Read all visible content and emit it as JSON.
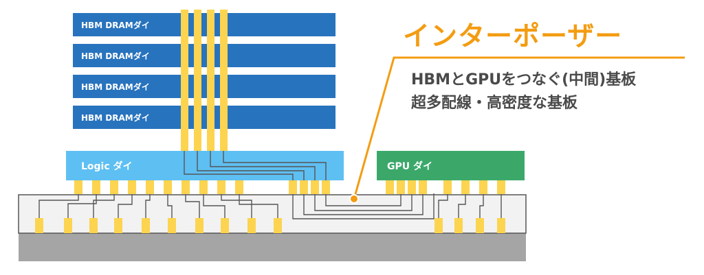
{
  "title": "インターポーザー",
  "description": [
    "HBMとGPUをつなぐ(中間)基板",
    "超多配線・高密度な基板"
  ],
  "dram_labels": [
    "HBM DRAMダイ",
    "HBM DRAMダイ",
    "HBM DRAMダイ",
    "HBM DRAMダイ"
  ],
  "logic_label": "Logic ダイ",
  "gpu_label": "GPU ダイ",
  "colors": {
    "dram": "#2873BE",
    "logic": "#5EBFF2",
    "gpu": "#3BA86A",
    "bump": "#FCD44F",
    "interposer_fill": "#F2F2F2",
    "interposer_border": "#555555",
    "substrate": "#A5A5A5",
    "accent": "#F39C12",
    "text_dark": "#4A4A4A"
  }
}
